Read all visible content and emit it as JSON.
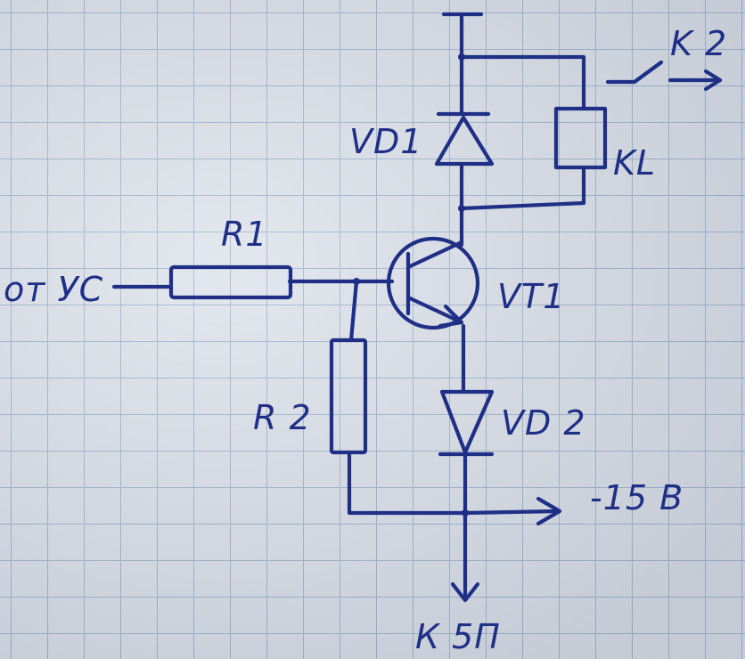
{
  "diagram": {
    "labels": {
      "k2": "K 2",
      "vd1": "VD1",
      "kl": "KL",
      "r1": "R1",
      "input": "от УС",
      "vt1": "VT1",
      "r2": "R 2",
      "vd2": "VD 2",
      "supply": "-15 B",
      "out": "К 5П"
    },
    "ink_color": "#1f2f86",
    "paper_color": "#dde2ea",
    "grid_color": "#9eb4cf"
  }
}
